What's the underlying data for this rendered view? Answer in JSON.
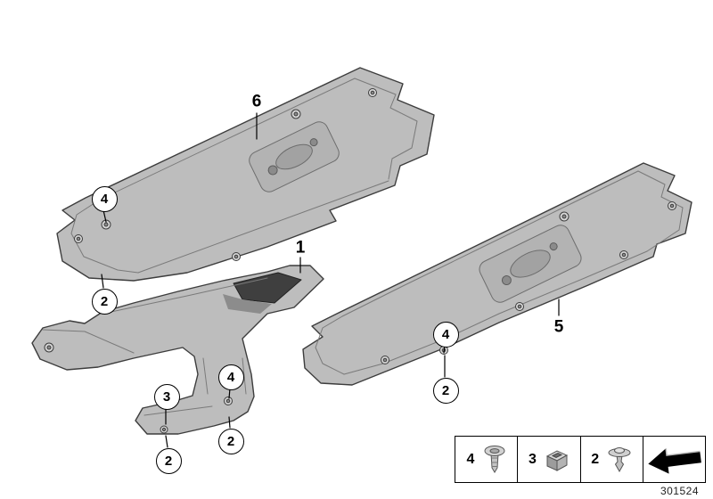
{
  "diagram": {
    "title_semantic": "Underbody panelling parts diagram",
    "part_number": "301524",
    "callouts": [
      {
        "id": "callout-6",
        "label": "6",
        "style": "plain"
      },
      {
        "id": "callout-4-left",
        "label": "4",
        "style": "circle"
      },
      {
        "id": "callout-2-left",
        "label": "2",
        "style": "circle"
      },
      {
        "id": "callout-1",
        "label": "1",
        "style": "plain"
      },
      {
        "id": "callout-4-center",
        "label": "4",
        "style": "circle"
      },
      {
        "id": "callout-3-center",
        "label": "3",
        "style": "circle"
      },
      {
        "id": "callout-2-bottom-left",
        "label": "2",
        "style": "circle"
      },
      {
        "id": "callout-2-bottom-mid",
        "label": "2",
        "style": "circle"
      },
      {
        "id": "callout-4-right",
        "label": "4",
        "style": "circle"
      },
      {
        "id": "callout-2-right",
        "label": "2",
        "style": "circle"
      },
      {
        "id": "callout-5",
        "label": "5",
        "style": "plain"
      }
    ],
    "legend": {
      "items": [
        {
          "label": "4",
          "icon": "expanding-rivet-icon"
        },
        {
          "label": "3",
          "icon": "cage-nut-icon"
        },
        {
          "label": "2",
          "icon": "clip-rivet-icon"
        }
      ],
      "arrow_icon": "direction-arrow-icon"
    },
    "colors": {
      "panel_fill": "#bdbdbd",
      "panel_outline": "#3d3d3d",
      "inner_line": "#7a7a7a",
      "dark_patch": "#3f3f3f"
    }
  }
}
